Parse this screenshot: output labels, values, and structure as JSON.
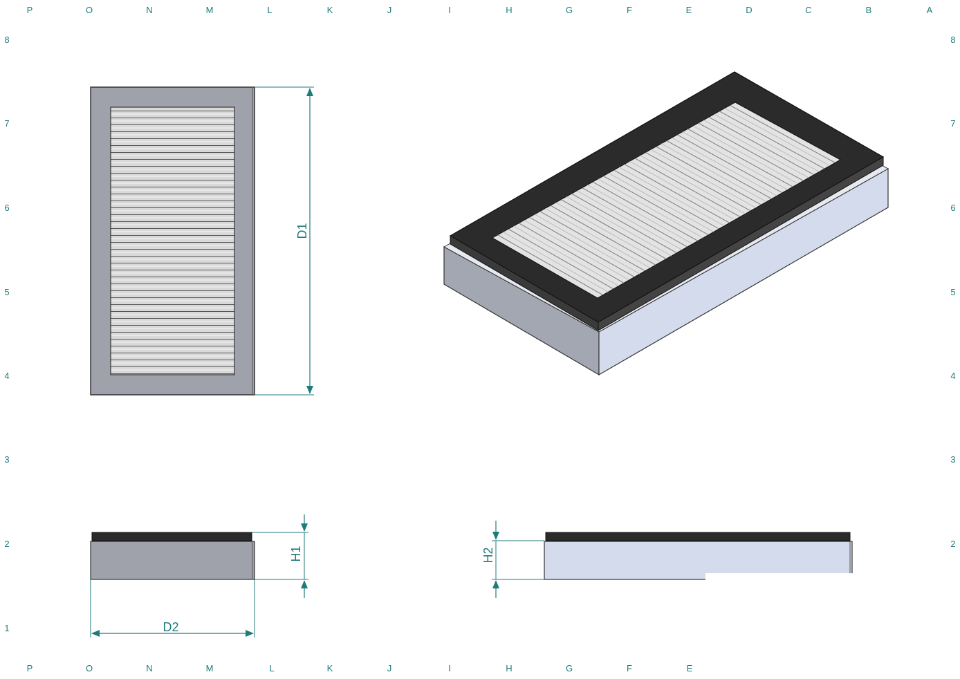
{
  "colors": {
    "annotation": "#1f7a7a",
    "frame_gray": "#9fa2ab",
    "filter_media": "#d8d8d8",
    "gasket": "#2b2b2b",
    "side_light": "#d0d8ea",
    "side_dark": "#9fa3ad"
  },
  "border": {
    "top_letters": [
      "P",
      "O",
      "N",
      "M",
      "L",
      "K",
      "J",
      "I",
      "H",
      "G",
      "F",
      "E",
      "D",
      "C",
      "B",
      "A"
    ],
    "bottom_letters": [
      "P",
      "O",
      "N",
      "M",
      "L",
      "K",
      "J",
      "I",
      "H",
      "G",
      "F",
      "E"
    ],
    "left_numbers": [
      "8",
      "7",
      "6",
      "5",
      "4",
      "3",
      "2",
      "1"
    ],
    "right_numbers": [
      "8",
      "7",
      "6",
      "5",
      "4",
      "3",
      "2"
    ]
  },
  "dimensions": {
    "d1": "D1",
    "d2": "D2",
    "h1": "H1",
    "h2": "H2"
  }
}
